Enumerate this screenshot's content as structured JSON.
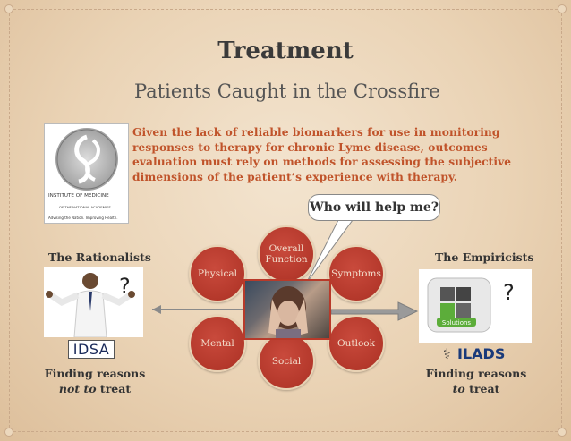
{
  "slide": {
    "title": "Treatment",
    "subtitle": "Patients Caught in the Crossfire",
    "quote": "Given the lack of reliable biomarkers for use in monitoring responses to therapy for chronic Lyme disease, outcomes evaluation must rely on methods for assessing the subjective dimensions of the patient’s experience with therapy.",
    "iom_logo": {
      "name_line1": "INSTITUTE OF MEDICINE",
      "name_line2": "OF THE NATIONAL ACADEMIES",
      "tagline": "Advising the Nation. Improving Health."
    },
    "speech_bubble": "Who will help me?",
    "left": {
      "heading": "The Rationalists",
      "question_mark": "?",
      "org": "IDSA",
      "reason_line1": "Finding reasons",
      "reason_em": "not to",
      "reason_tail": "treat"
    },
    "right": {
      "heading": "The Empiricists",
      "question_mark": "?",
      "org": "ILADS",
      "puzzle_label": "Solutions",
      "reason_line1": "Finding reasons",
      "reason_em": "to",
      "reason_tail": "treat"
    },
    "petals": {
      "overall_line1": "Overall",
      "overall_line2": "Function",
      "symptoms": "Symptoms",
      "outlook": "Outlook",
      "social": "Social",
      "mental": "Mental",
      "physical": "Physical"
    },
    "colors": {
      "petal": "#b4382b",
      "quote_text": "#c0532a",
      "arrow": "#9a9a9a"
    }
  }
}
